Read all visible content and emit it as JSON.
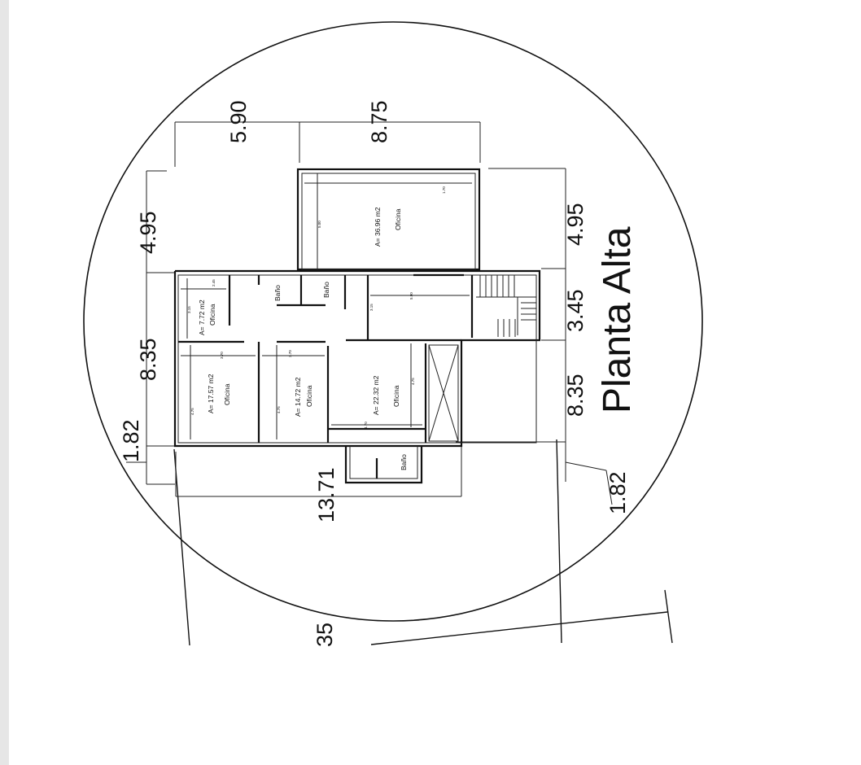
{
  "plan": {
    "title": "Planta Alta",
    "dims": {
      "top_left": "5.90",
      "top_right": "8.75",
      "left_a": "4.95",
      "left_b": "8.35",
      "left_c": "1.82",
      "right_a": "4.95",
      "right_b": "3.45",
      "right_c": "8.35",
      "right_d": "1.82",
      "bottom": "13.71",
      "lot": "35"
    },
    "rooms": {
      "office_large_area": "A= 36.96 m2",
      "office_large_name": "Oficina",
      "office_a_area": "A= 7.72 m2",
      "office_a_name": "Oficina",
      "office_b_area": "A= 17.57 m2",
      "office_b_name": "Oficina",
      "office_c_area": "A= 14.72 m2",
      "office_c_name": "Oficina",
      "office_d_area": "A= 22.32 m2",
      "office_d_name": "Oficina",
      "bath_1": "Baño",
      "bath_2": "Baño",
      "bath_3": "Baño"
    },
    "small_dims": {
      "d1": "5.00",
      "d2": "5.90",
      "d3": "3.15",
      "d4": "3.15",
      "d5": "2.45",
      "d6": "3.70",
      "d7": "3.70",
      "d8": "4.75",
      "d9": "4.75",
      "d10": "4.70",
      "d11": "4.75",
      "d12": "1.70"
    }
  }
}
